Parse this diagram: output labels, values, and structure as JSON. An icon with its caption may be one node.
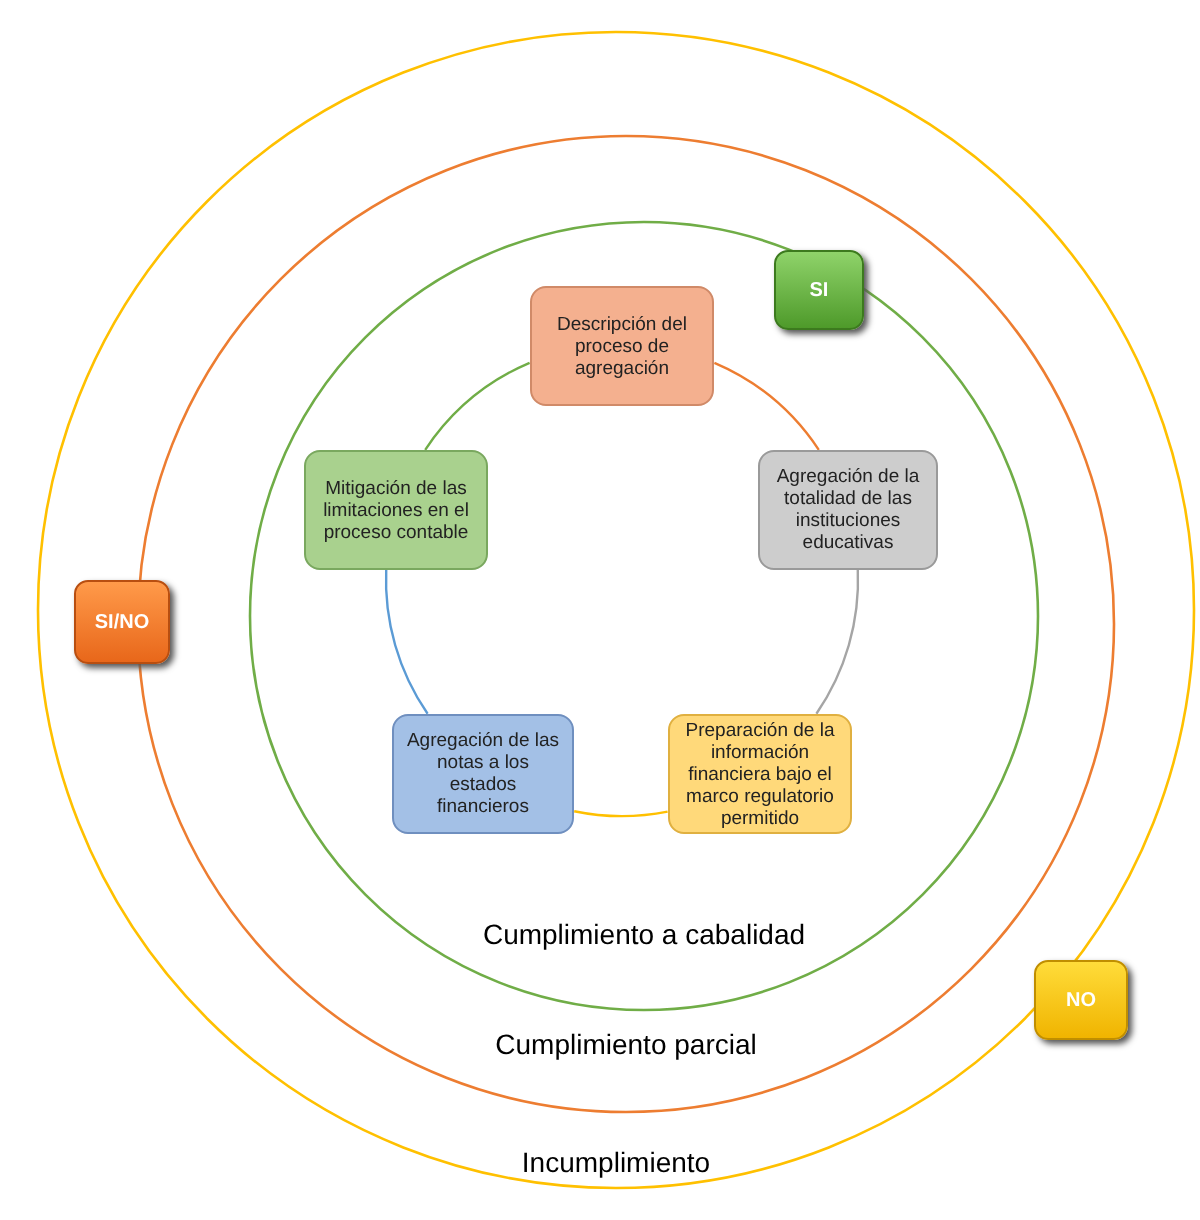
{
  "diagram": {
    "nodes": [
      {
        "text": [
          "Incumplimiento"
        ]
      },
      {
        "text": [
          "Cumplimiento parcial"
        ],
        "in": 0
      },
      {
        "text": [
          "Cumplimiento a cabalidad"
        ],
        "in": 1
      },
      {
        "text": [
          "Descripción del proceso de agregación"
        ],
        "in": 2
      },
      {
        "text": [
          "Agregación de la totalidad de las instituciones educativas"
        ],
        "in": 2
      },
      {
        "text": [
          "Preparación de la información financiera bajo el marco regulatorio permitido"
        ],
        "in": 2
      },
      {
        "text": [
          "Agregación de las notas a los estados financieros"
        ],
        "in": 2
      },
      {
        "text": [
          "Mitigación de las limitaciones en el proceso contable"
        ],
        "in": 2
      },
      {
        "text": [
          "SI"
        ],
        "in": 2
      },
      {
        "text": [
          "SI/NO"
        ],
        "in": 0
      },
      {
        "text": [
          "NO"
        ]
      }
    ],
    "edges": [
      {
        "from": 3,
        "to": 4,
        "arrow": "none",
        "color": "#ed7d31"
      },
      {
        "from": 4,
        "to": 5,
        "arrow": "none",
        "color": "#a5a5a5"
      },
      {
        "from": 5,
        "to": 6,
        "arrow": "none",
        "color": "#ffc000"
      },
      {
        "from": 6,
        "to": 7,
        "arrow": "none",
        "color": "#5b9bd5"
      },
      {
        "from": 7,
        "to": 3,
        "arrow": "none",
        "color": "#70ad47"
      }
    ]
  }
}
